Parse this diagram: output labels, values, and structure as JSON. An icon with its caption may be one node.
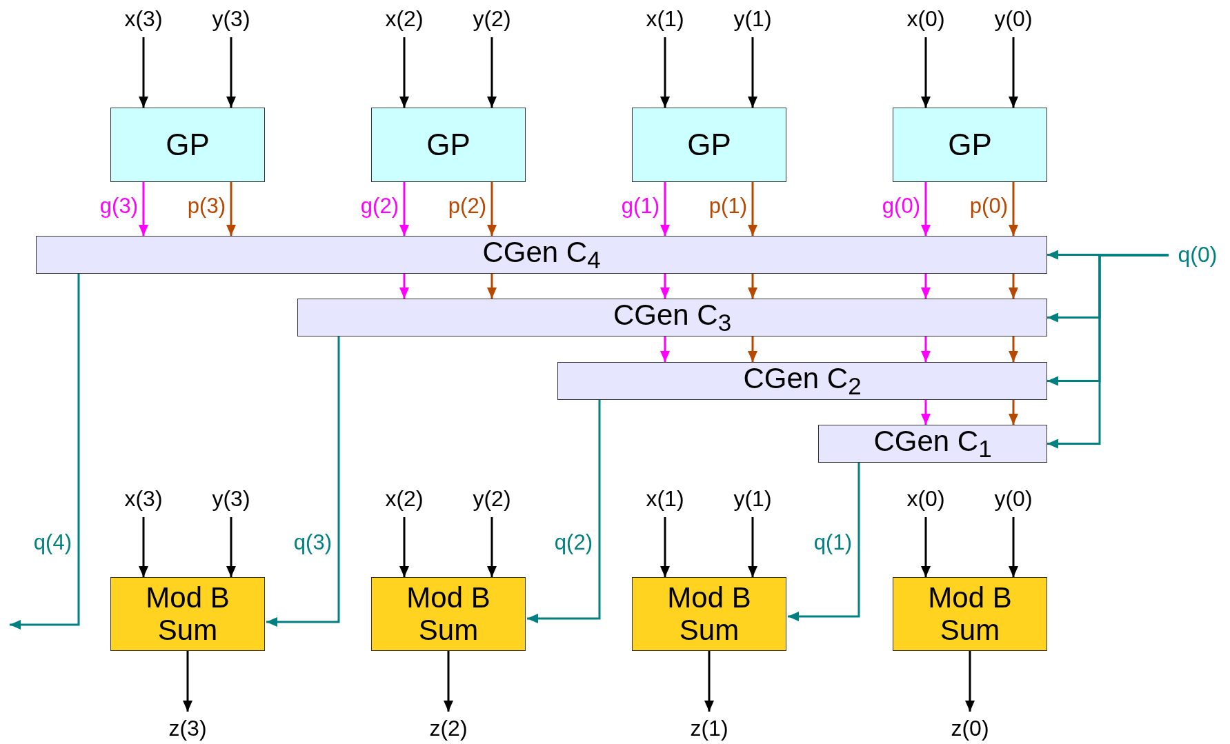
{
  "diagram": {
    "nodes": [
      {
        "text": [
          "x(3)"
        ]
      },
      {
        "text": [
          "y(3)"
        ]
      },
      {
        "text": [
          "x(2)"
        ]
      },
      {
        "text": [
          "y(2)"
        ]
      },
      {
        "text": [
          "x(1)"
        ]
      },
      {
        "text": [
          "y(1)"
        ]
      },
      {
        "text": [
          "x(0)"
        ]
      },
      {
        "text": [
          "y(0)"
        ]
      },
      {
        "text": [
          "GP"
        ]
      },
      {
        "text": [
          "GP"
        ]
      },
      {
        "text": [
          "GP"
        ]
      },
      {
        "text": [
          "GP"
        ]
      },
      {
        "text": [
          "CGen C$_{4}$"
        ]
      },
      {
        "text": [
          "CGen C$_{3}$"
        ]
      },
      {
        "text": [
          "CGen C$_{2}$"
        ]
      },
      {
        "text": [
          "CGen C$_{1}$"
        ]
      },
      {
        "text": [
          "q(0)"
        ]
      },
      {
        "text": [
          "x(3)"
        ]
      },
      {
        "text": [
          "y(3)"
        ]
      },
      {
        "text": [
          "x(2)"
        ]
      },
      {
        "text": [
          "y(2)"
        ]
      },
      {
        "text": [
          "x(1)"
        ]
      },
      {
        "text": [
          "y(1)"
        ]
      },
      {
        "text": [
          "x(0)"
        ]
      },
      {
        "text": [
          "y(0)"
        ]
      },
      {
        "text": [
          "Mod B Sum"
        ]
      },
      {
        "text": [
          "Mod B Sum"
        ]
      },
      {
        "text": [
          "Mod B Sum"
        ]
      },
      {
        "text": [
          "Mod B Sum"
        ]
      },
      {
        "text": [
          "z(3)"
        ]
      },
      {
        "text": [
          "z(2)"
        ]
      },
      {
        "text": [
          "z(1)"
        ]
      },
      {
        "text": [
          "z(0)"
        ]
      }
    ],
    "edges": [
      {
        "from": 0,
        "to": 8,
        "arrow": "to"
      },
      {
        "from": 1,
        "to": 8,
        "arrow": "to"
      },
      {
        "from": 2,
        "to": 9,
        "arrow": "to"
      },
      {
        "from": 3,
        "to": 9,
        "arrow": "to"
      },
      {
        "from": 4,
        "to": 10,
        "arrow": "to"
      },
      {
        "from": 5,
        "to": 10,
        "arrow": "to"
      },
      {
        "from": 6,
        "to": 11,
        "arrow": "to"
      },
      {
        "from": 7,
        "to": 11,
        "arrow": "to"
      },
      {
        "from": 8,
        "to": 12,
        "arrow": "to",
        "label": "g(3)",
        "color": "#ff00ff"
      },
      {
        "from": 8,
        "to": 12,
        "arrow": "to",
        "label": "p(3)",
        "color": "#b84700"
      },
      {
        "from": 9,
        "to": 12,
        "arrow": "to",
        "label": "g(2)",
        "color": "#ff00ff"
      },
      {
        "from": 9,
        "to": 12,
        "arrow": "to",
        "label": "p(2)",
        "color": "#b84700"
      },
      {
        "from": 10,
        "to": 12,
        "arrow": "to",
        "label": "g(1)",
        "color": "#ff00ff"
      },
      {
        "from": 10,
        "to": 12,
        "arrow": "to",
        "label": "p(1)",
        "color": "#b84700"
      },
      {
        "from": 11,
        "to": 12,
        "arrow": "to",
        "label": "g(0)",
        "color": "#ff00ff"
      },
      {
        "from": 11,
        "to": 12,
        "arrow": "to",
        "label": "p(0)",
        "color": "#b84700"
      },
      {
        "from": 12,
        "to": 13,
        "arrow": "to",
        "color": "#ff00ff"
      },
      {
        "from": 12,
        "to": 13,
        "arrow": "to",
        "color": "#b84700"
      },
      {
        "from": 12,
        "to": 13,
        "arrow": "to",
        "color": "#ff00ff"
      },
      {
        "from": 12,
        "to": 13,
        "arrow": "to",
        "color": "#b84700"
      },
      {
        "from": 12,
        "to": 13,
        "arrow": "to",
        "color": "#ff00ff"
      },
      {
        "from": 12,
        "to": 13,
        "arrow": "to",
        "color": "#b84700"
      },
      {
        "from": 13,
        "to": 14,
        "arrow": "to",
        "color": "#ff00ff"
      },
      {
        "from": 13,
        "to": 14,
        "arrow": "to",
        "color": "#b84700"
      },
      {
        "from": 13,
        "to": 14,
        "arrow": "to",
        "color": "#ff00ff"
      },
      {
        "from": 13,
        "to": 14,
        "arrow": "to",
        "color": "#b84700"
      },
      {
        "from": 14,
        "to": 15,
        "arrow": "to",
        "color": "#ff00ff"
      },
      {
        "from": 14,
        "to": 15,
        "arrow": "to",
        "color": "#b84700"
      },
      {
        "from": 16,
        "to": 12,
        "arrow": "to",
        "color": "#008080"
      },
      {
        "from": 16,
        "to": 13,
        "arrow": "to",
        "color": "#008080"
      },
      {
        "from": 16,
        "to": 14,
        "arrow": "to",
        "color": "#008080"
      },
      {
        "from": 16,
        "to": 15,
        "arrow": "to",
        "color": "#008080"
      },
      {
        "from": 12,
        "to": null,
        "arrow": "to",
        "label": "q(4)",
        "color": "#008080"
      },
      {
        "from": 13,
        "to": 25,
        "arrow": "to",
        "label": "q(3)",
        "color": "#008080"
      },
      {
        "from": 14,
        "to": 26,
        "arrow": "to",
        "label": "q(2)",
        "color": "#008080"
      },
      {
        "from": 15,
        "to": 27,
        "arrow": "to",
        "label": "q(1)",
        "color": "#008080"
      },
      {
        "from": 17,
        "to": 25,
        "arrow": "to"
      },
      {
        "from": 18,
        "to": 25,
        "arrow": "to"
      },
      {
        "from": 19,
        "to": 26,
        "arrow": "to"
      },
      {
        "from": 20,
        "to": 26,
        "arrow": "to"
      },
      {
        "from": 21,
        "to": 27,
        "arrow": "to"
      },
      {
        "from": 22,
        "to": 27,
        "arrow": "to"
      },
      {
        "from": 23,
        "to": 28,
        "arrow": "to"
      },
      {
        "from": 24,
        "to": 28,
        "arrow": "to"
      },
      {
        "from": 25,
        "to": 29,
        "arrow": "to"
      },
      {
        "from": 26,
        "to": 30,
        "arrow": "to"
      },
      {
        "from": 27,
        "to": 31,
        "arrow": "to"
      },
      {
        "from": 28,
        "to": 32,
        "arrow": "to"
      }
    ]
  }
}
